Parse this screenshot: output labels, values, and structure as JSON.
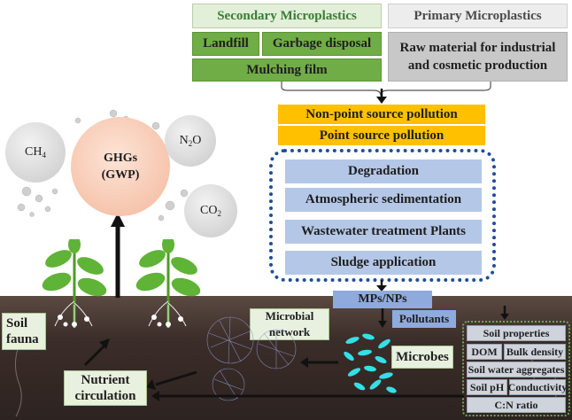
{
  "sources": {
    "secondary_title": "Secondary Microplastics",
    "primary_title": "Primary Microplastics",
    "landfill": "Landfill",
    "garbage_disposal": "Garbage disposal",
    "mulching_film": "Mulching film",
    "raw_material": "Raw material for industrial and cosmetic production"
  },
  "pollution": {
    "non_point": "Non-point source pollution",
    "point": "Point source pollution"
  },
  "pathways": [
    "Degradation",
    "Atmospheric sedimentation",
    "Wastewater treatment Plants",
    "Sludge application"
  ],
  "soil": {
    "mps_nps": "MPs/NPs",
    "pollutants": "Pollutants",
    "microbial_network": "Microbial network",
    "microbes": "Microbes",
    "soil_fauna": "Soil fauna",
    "nutrient_circulation": "Nutrient circulation"
  },
  "soil_properties": {
    "title": "Soil properties",
    "items": [
      "DOM",
      "Bulk density",
      "Soil water aggregates",
      "Soil pH",
      "Conductivity",
      "C:N ratio"
    ]
  },
  "gases": {
    "ghgs_line1": "GHGs",
    "ghgs_line2": "(GWP)",
    "ch4": "CH",
    "ch4_sub": "4",
    "n2o_a": "N",
    "n2o_sub": "2",
    "n2o_b": "O",
    "co2": "CO",
    "co2_sub": "2"
  },
  "colors": {
    "green": "#70ad47",
    "orange": "#ffc000",
    "blue": "#b4c7e7",
    "frame_blue": "#1f4e9b",
    "microbe_cyan": "#33e0e6"
  }
}
